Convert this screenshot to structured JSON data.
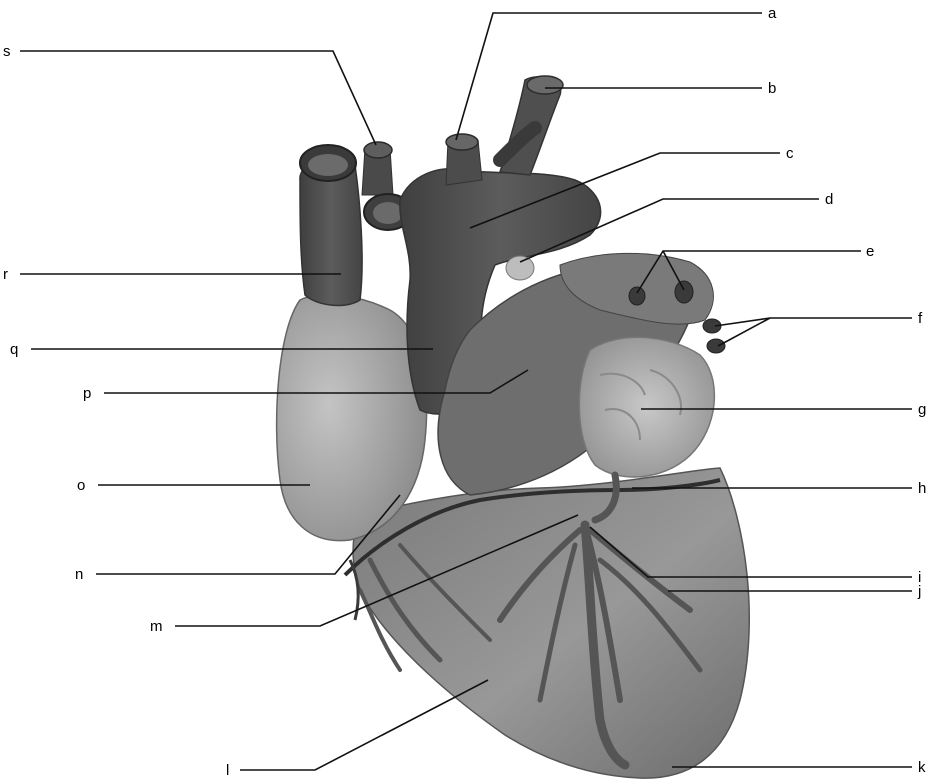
{
  "diagram": {
    "subject": "heart-anterior-view",
    "labels": {
      "a": "a",
      "b": "b",
      "c": "c",
      "d": "d",
      "e": "e",
      "f": "f",
      "g": "g",
      "h": "h",
      "i": "i",
      "j": "j",
      "k": "k",
      "l": "l",
      "m": "m",
      "n": "n",
      "o": "o",
      "p": "p",
      "q": "q",
      "r": "r",
      "s": "s"
    },
    "colors": {
      "line": "#111111",
      "vessel_dark": "#4d4d4d",
      "atrium_light": "#9c9c9c",
      "ventricle_mid": "#8a8a8a",
      "auricle_light": "#b7b7b7",
      "coronary_vessel": "#5a5a5a"
    }
  }
}
